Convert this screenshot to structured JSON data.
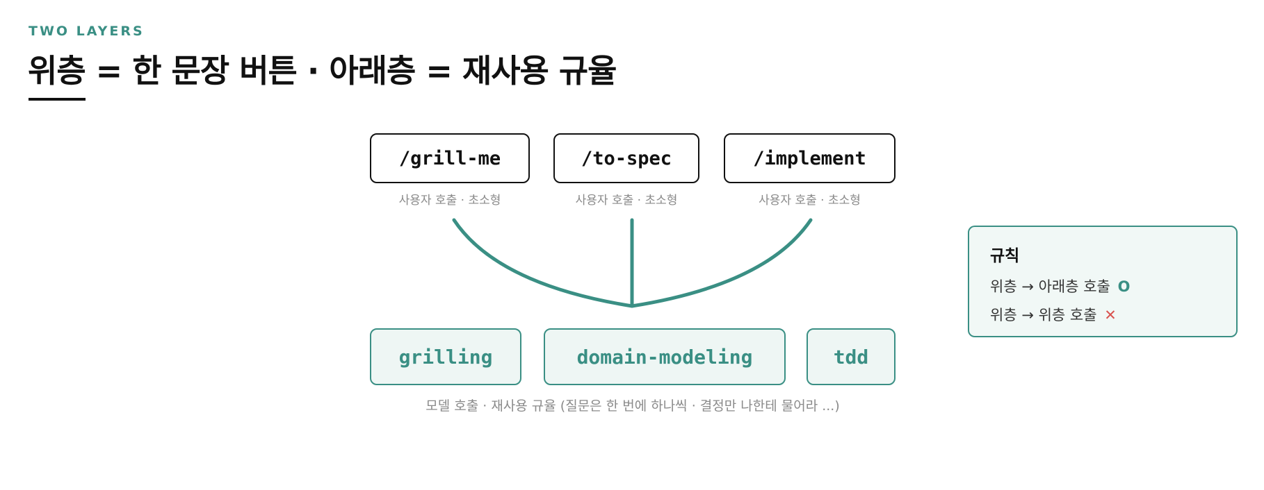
{
  "eyebrow": "TWO LAYERS",
  "title": "위층 = 한 문장 버튼 · 아래층 = 재사용 규율",
  "commands": [
    {
      "label": "/grill-me",
      "caption": "사용자 호출 · 초소형"
    },
    {
      "label": "/to-spec",
      "caption": "사용자 호출 · 초소형"
    },
    {
      "label": "/implement",
      "caption": "사용자 호출 · 초소형"
    }
  ],
  "skills": [
    {
      "label": "grilling"
    },
    {
      "label": "domain-modeling"
    },
    {
      "label": "tdd"
    }
  ],
  "skills_caption": "모델 호출 · 재사용 규율 (질문은 한 번에 하나씩 · 결정만 나한테 물어라 ...)",
  "rules": {
    "title": "규칙",
    "items": [
      {
        "text": "위층 → 아래층 호출",
        "mark": "O"
      },
      {
        "text": "위층 → 위층 호출",
        "mark": "✕"
      }
    ]
  },
  "colors": {
    "accent": "#3a8f84",
    "reject": "#d9534f",
    "text": "#111111",
    "muted": "#8a8a8a"
  }
}
